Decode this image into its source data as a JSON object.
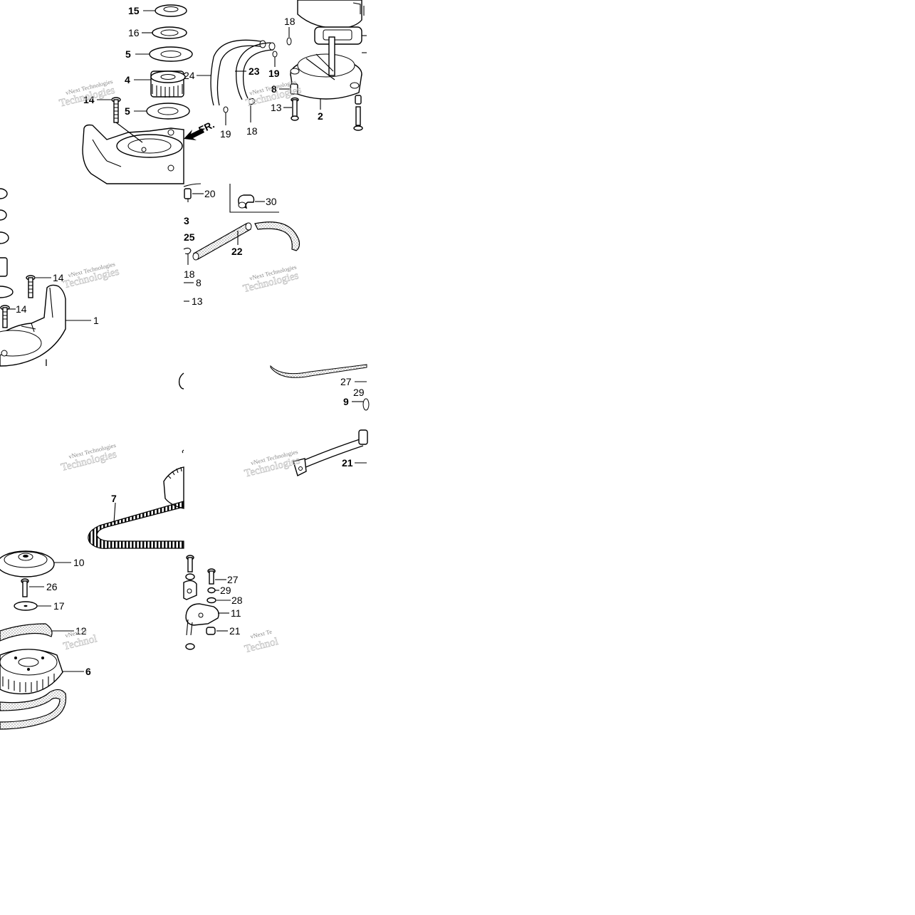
{
  "watermark": {
    "line1": "vNext Technologies",
    "line2": "Technologies",
    "line3": "vNext Te",
    "line4": "Technol"
  },
  "direction_label": "FR.",
  "callouts": {
    "p1": "1",
    "p2": "2",
    "p3": "3",
    "p4": "4",
    "p5a": "5",
    "p5b": "5",
    "p6": "6",
    "p7": "7",
    "p8a": "8",
    "p8b": "8",
    "p9": "9",
    "p10": "10",
    "p11": "11",
    "p12": "12",
    "p13a": "13",
    "p13b": "13",
    "p14a": "14",
    "p14b": "14",
    "p14c": "14",
    "p15": "15",
    "p16": "16",
    "p17": "17",
    "p18a": "18",
    "p18b": "18",
    "p18c": "18",
    "p19a": "19",
    "p19b": "19",
    "p20": "20",
    "p21a": "21",
    "p21b": "21",
    "p22": "22",
    "p23": "23",
    "p24": "24",
    "p25": "25",
    "p26": "26",
    "p27a": "27",
    "p27b": "27",
    "p28": "28",
    "p29a": "29",
    "p29b": "29",
    "p30": "30",
    "bar": "I"
  }
}
